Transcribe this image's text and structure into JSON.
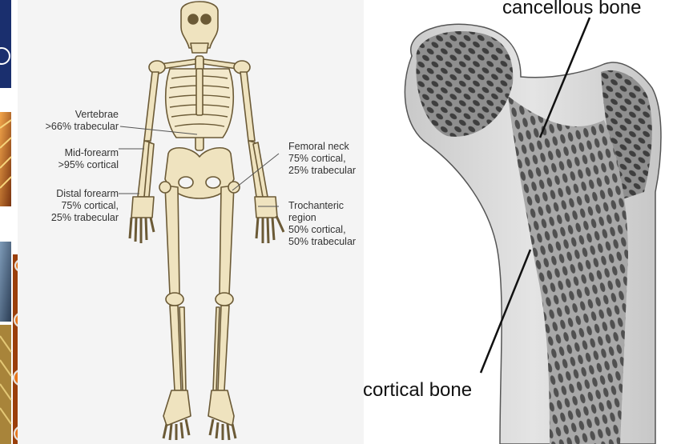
{
  "skeleton_labels": {
    "vertebrae": [
      "Vertebrae",
      ">66% trabecular"
    ],
    "mid_forearm": [
      "Mid-forearm",
      ">95% cortical"
    ],
    "distal_forearm": [
      "Distal forearm",
      "75% cortical,",
      "25% trabecular"
    ],
    "femoral_neck": [
      "Femoral neck",
      "75% cortical,",
      "25% trabecular"
    ],
    "trochanteric": [
      "Trochanteric",
      "region",
      "50% cortical,",
      "50% trabecular"
    ]
  },
  "femur_labels": {
    "cancellous": "cancellous bone",
    "cortical": "cortical bone"
  },
  "colors": {
    "bone": "#efe3bf",
    "bone_outline": "#6b5a36",
    "accent_orange": "#e06a12",
    "logo_blue": "#1a2f6e"
  }
}
